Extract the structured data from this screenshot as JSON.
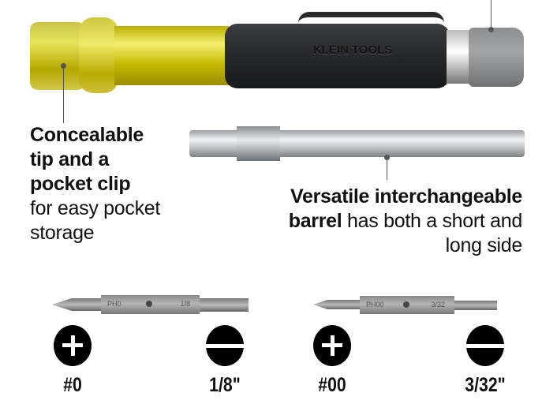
{
  "product": {
    "brand_marking": "KLEIN TOOLS"
  },
  "callouts": {
    "clip": {
      "bold_lines": [
        "Concealable",
        "tip and a",
        "pocket clip"
      ],
      "regular_lines": [
        "for easy pocket",
        "storage"
      ]
    },
    "barrel": {
      "bold_line1": "Versatile interchangeable",
      "bold_line2": "barrel",
      "regular_line2": " has both a short and",
      "regular_line3": "long side"
    }
  },
  "bits": [
    {
      "marking_left": "PH0",
      "marking_right": "1/8"
    },
    {
      "marking_left": "PH00",
      "marking_right": "3/32"
    }
  ],
  "tip_labels": [
    {
      "icon": "phillips-icon",
      "label": "#0"
    },
    {
      "icon": "slotted-icon",
      "label": "1/8\""
    },
    {
      "icon": "phillips-icon",
      "label": "#00"
    },
    {
      "icon": "slotted-icon",
      "label": "3/32\""
    }
  ],
  "colors": {
    "yellow": "#d8cf1a",
    "handle": "#2b2c2d",
    "gray": "#8e9092"
  }
}
